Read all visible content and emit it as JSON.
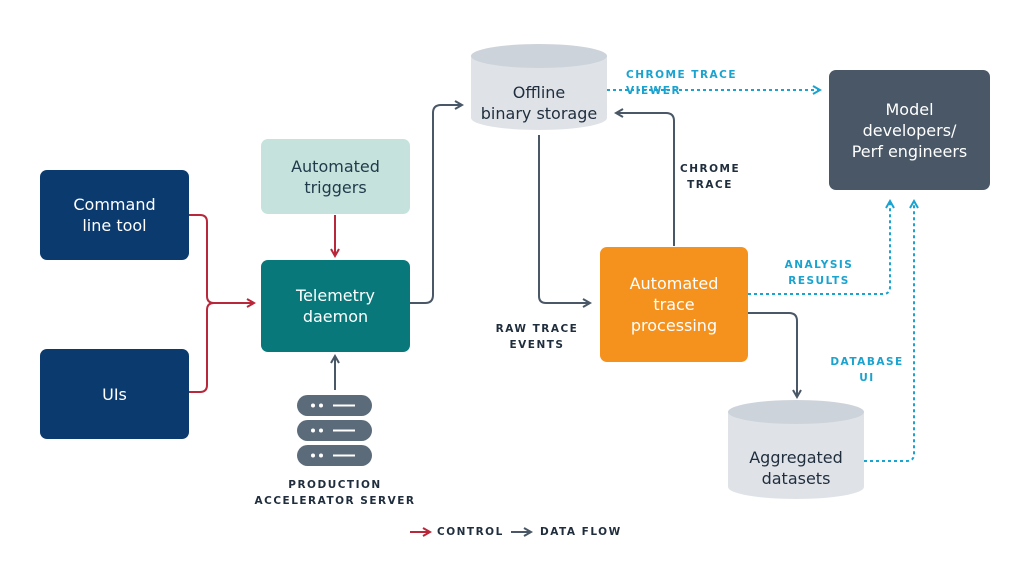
{
  "nodes": {
    "command_line_tool": "Command\nline tool",
    "uis": "UIs",
    "automated_triggers": "Automated\ntriggers",
    "telemetry_daemon": "Telemetry\ndaemon",
    "offline_storage": "Offline\nbinary storage",
    "automated_trace_processing": "Automated\ntrace\nprocessing",
    "model_developers": "Model\ndevelopers/\nPerf engineers",
    "aggregated_datasets": "Aggregated\ndatasets"
  },
  "labels": {
    "chrome_trace_viewer": "CHROME TRACE VIEWER",
    "chrome_trace": "CHROME\nTRACE",
    "raw_trace_events": "RAW TRACE\nEVENTS",
    "analysis_results": "ANALYSIS\nRESULTS",
    "database_ui": "DATABASE\nUI",
    "production_server": "PRODUCTION\nACCELERATOR SERVER"
  },
  "legend": {
    "control": "CONTROL",
    "data_flow": "DATA FLOW"
  },
  "colors": {
    "control": "#b8273a",
    "data_flow": "#495766",
    "viewer_link": "#1aa3cf"
  }
}
